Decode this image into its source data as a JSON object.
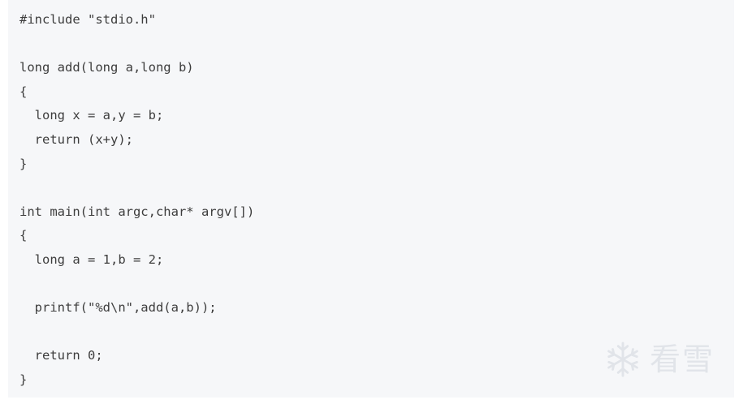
{
  "code": {
    "lines": [
      "#include \"stdio.h\"",
      "",
      "long add(long a,long b)",
      "{",
      "  long x = a,y = b;",
      "  return (x+y);",
      "}",
      "",
      "int main(int argc,char* argv[])",
      "{",
      "  long a = 1,b = 2;",
      "",
      "  printf(\"%d\\n\",add(a,b));",
      "",
      "  return 0;",
      "}"
    ]
  },
  "watermark": {
    "icon": "snowflake-icon",
    "text": "看雪",
    "color": "#dfe3e8"
  }
}
